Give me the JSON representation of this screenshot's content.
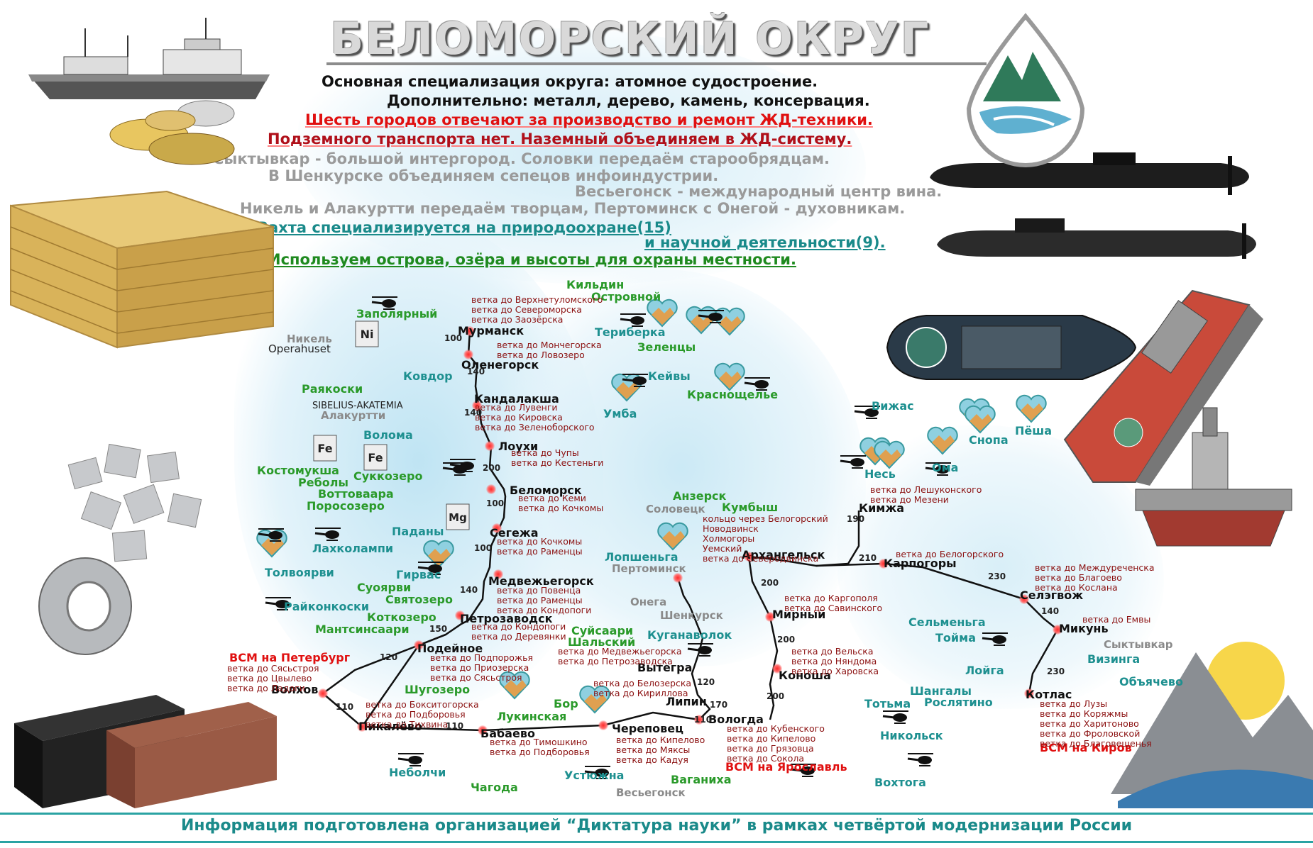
{
  "header": {
    "title": "БЕЛОМОРСКИЙ ОКРУГ",
    "lines": [
      "Основная специализация округа: атомное судостроение.",
      "Дополнительно: металл, дерево, камень, консервация.",
      "Шесть городов отвечают за производство и ремонт ЖД-техники.",
      "Подземного транспорта нет. Наземный объединяем в ЖД-систему.",
      "Сыктывкар - большой интергород. Соловки передаём старообрядцам.",
      "В Шенкурске объединяем сепецов инфоиндустрии.",
      "Весьегонск - международный центр вина.",
      "Никель и Алакуртти передаём творцам, Пертоминск с Онегой - духовникам.",
      "Вахта специализируется на природоохране(15)",
      "и научной деятельности(9).",
      "Используем острова, озёра и высоты для охраны местности."
    ]
  },
  "footer": "Информация подготовлена организацией “Диктатура науки” в рамках четвёртой модернизации России",
  "colors": {
    "teal": "#1a8a8a",
    "red": "#e01010",
    "dark_red": "#8b1010",
    "green": "#2a9a2a",
    "gray": "#9a9a9a"
  },
  "icons": [
    "ship-icon",
    "cans-icon",
    "lumber-icon",
    "metal-blocks-icon",
    "steel-coil-icon",
    "granite-icon",
    "submarine-icon",
    "icebreaker-icon",
    "aircraft-carrier-icon",
    "helicopter-icon",
    "nature-heart-icon",
    "microscope-icon",
    "metro-icon",
    "anchor-icon",
    "plane-icon",
    "district-logo-icon",
    "mountains-icon",
    "brick-icon",
    "water-drop-icon",
    "cross-icon",
    "globe-icon",
    "milk-bottles-icon",
    "element-fe-icon",
    "element-ni-icon",
    "element-mg-icon"
  ],
  "elements": {
    "ni": "Ni",
    "fe": "Fe",
    "mg": "Mg"
  },
  "map": {
    "cities": {
      "murmansk": "Мурманск",
      "olenegorsk": "Оленегорск",
      "kandalaksha": "Кандалакша",
      "loukhi": "Лоухи",
      "belomorsk": "Беломорск",
      "segezha": "Сегежа",
      "medvezh": "Медвежьегорск",
      "petrozavodsk": "Петрозаводск",
      "podporozhye": "Подейное",
      "volkhov": "Волхов",
      "pikalevo": "Пикалёво",
      "babaevo": "Бабаево",
      "cherepovets": "Череповец",
      "vologda": "Вологда",
      "vytegra": "Вытегра",
      "lipin": "Липин",
      "konosha": "Коноша",
      "mirny": "Мирный",
      "arkhangelsk": "Архангельск",
      "kimzha": "Кимжа",
      "karpogory": "Карпогоры",
      "seleg": "Селэгвож",
      "mikun": "Микунь",
      "kotlas": "Котлас"
    },
    "places": {
      "kildin": "Кильдин",
      "ostrovnoy": "Островной",
      "zapolyarny": "Заполярный",
      "nikel": "Никель",
      "operahuset": "Operahuset",
      "teriberka": "Териберка",
      "zelentsy": "Зеленцы",
      "kovdor": "Ковдор",
      "keivy": "Кейвы",
      "krasnoshchelye": "Краснощелье",
      "rayakoski": "Раякоски",
      "sibelius": "SIBELIUS-AKATEMIA",
      "alakurtti": "Алакуртти",
      "umba": "Умба",
      "voloma": "Волома",
      "kostomuksha": "Костомукша",
      "reboly": "Реболы",
      "sukkozero": "Суккозеро",
      "vottovaara": "Воттоваара",
      "porosozero": "Поросозеро",
      "padany": "Паданы",
      "lakhkolampi": "Лахколампи",
      "tolvoyarvi": "Толвоярви",
      "girvas": "Гирвас",
      "suoyarvi": "Суоярви",
      "svyatozero": "Святозеро",
      "raikonkoski": "Райконкоски",
      "kotkozero": "Коткозеро",
      "mantsinsaari": "Мантсинсаари",
      "anzersk": "Анзерск",
      "solovetsk": "Соловецк",
      "kumbysh": "Кумбыш",
      "lopshenga": "Лопшеньга",
      "pertominsk": "Пертоминск",
      "onega": "Онега",
      "shenkursk": "Шенкурск",
      "suisaari": "Суйсаари",
      "shalsky": "Шальский",
      "kuganavolok": "Куганаволок",
      "shugozero": "Шугозеро",
      "bor": "Бор",
      "lukinskaya": "Лукинская",
      "nebolchi": "Неболчи",
      "chagoda": "Чагода",
      "ustyuzhna": "Устюжна",
      "vesyegonsk": "Весьегонск",
      "vaganikha": "Ваганиха",
      "vizhas": "Вижас",
      "snopa": "Снопа",
      "pesha": "Пёша",
      "oma": "Ома",
      "nes": "Несь",
      "selmenga": "Сельменьга",
      "toima": "Тойма",
      "loyga": "Лойга",
      "shangaly": "Шангалы",
      "roslyatino": "Рослятино",
      "totma": "Тотьма",
      "nikolsk": "Никольск",
      "vokhtoga": "Вохтога",
      "syktyvkar": "Сыктывкар",
      "vizinga": "Визинга",
      "obyachevo": "Объячево"
    },
    "vsm": {
      "petersburg": "ВСМ на Петербург",
      "yaroslavl": "ВСМ на Ярославль",
      "kirov": "ВСМ на Киров"
    },
    "distances": {
      "d1": "100",
      "d2": "140",
      "d3": "140",
      "d4": "200",
      "d5": "100",
      "d6": "100",
      "d7": "140",
      "d8": "150",
      "d9": "120",
      "d10": "110",
      "d11": "110",
      "d12": "110",
      "d13": "120",
      "d14": "170",
      "d15": "200",
      "d16": "200",
      "d17": "200",
      "d18": "210",
      "d19": "190",
      "d20": "230",
      "d21": "140",
      "d22": "230"
    },
    "branches": {
      "murmansk": [
        "ветка до Верхнетуломского",
        "ветка до Североморска",
        "ветка до Заозёрска"
      ],
      "olenegorsk": [
        "ветка до Мончегорска",
        "ветка до Ловозеро"
      ],
      "kandalaksha": [
        "ветка до Лувенги",
        "ветка до Кировска",
        "ветка до Зеленоборского"
      ],
      "loukhi": [
        "ветка до Чупы",
        "ветка до Кестеньги"
      ],
      "belomorsk": [
        "ветка до Кеми",
        "ветка до Кочкомы"
      ],
      "segezha": [
        "ветка до Кочкомы",
        "ветка до Раменцы"
      ],
      "medvezh": [
        "ветка до Повенца",
        "ветка до Раменцы",
        "ветка до Кондопоги"
      ],
      "petrozavodsk": [
        "ветка до Кондопоги",
        "ветка до Деревянки"
      ],
      "volkhov": [
        "ветка до Сясьстроя",
        "ветка до Цвылево",
        "ветка до Ладоги"
      ],
      "podporozhye": [
        "ветка до Подпорожья",
        "ветка до Приозерска",
        "ветка до Сясьстроя"
      ],
      "pikalevo": [
        "ветка до Бокситогорска",
        "ветка до Подборовья",
        "ветка до Тихвина"
      ],
      "vytegra": [
        "ветка до Медвежьегорска",
        "ветка до Петрозаводска"
      ],
      "vytegra2": [
        "ветка до Белозерска",
        "ветка до Кириллова"
      ],
      "babaevo": [
        "ветка до Тимошкино",
        "ветка до Подборовья"
      ],
      "cherepovets": [
        "ветка до Кипелово",
        "ветка до Мяксы",
        "ветка до Кадуя"
      ],
      "vologda": [
        "ветка до Кубенского",
        "ветка до Кипелово",
        "ветка до Грязовца",
        "ветка до Сокола"
      ],
      "konosha": [
        "ветка до Вельска",
        "ветка до Няндома",
        "ветка до Харовска"
      ],
      "mirny": [
        "ветка до Каргополя",
        "ветка до Савинского"
      ],
      "arkhangelsk": [
        "кольцо через Белогорский",
        "Новодвинск",
        "Холмогоры",
        "Уемский",
        "ветка до Северодвинска"
      ],
      "kimzha": [
        "ветка до Лешуконского",
        "ветка до Мезени"
      ],
      "karpogory": [
        "ветка до Белогорского"
      ],
      "seleg": [
        "ветка до Междуреченска",
        "ветка до Благоево",
        "ветка до Кослана"
      ],
      "mikun": [
        "ветка до Емвы"
      ],
      "kotlas": [
        "ветка до Лузы",
        "ветка до Коряжмы",
        "ветка до Харитоново",
        "ветка до Фроловской",
        "ветка до Благовещенья"
      ]
    }
  }
}
